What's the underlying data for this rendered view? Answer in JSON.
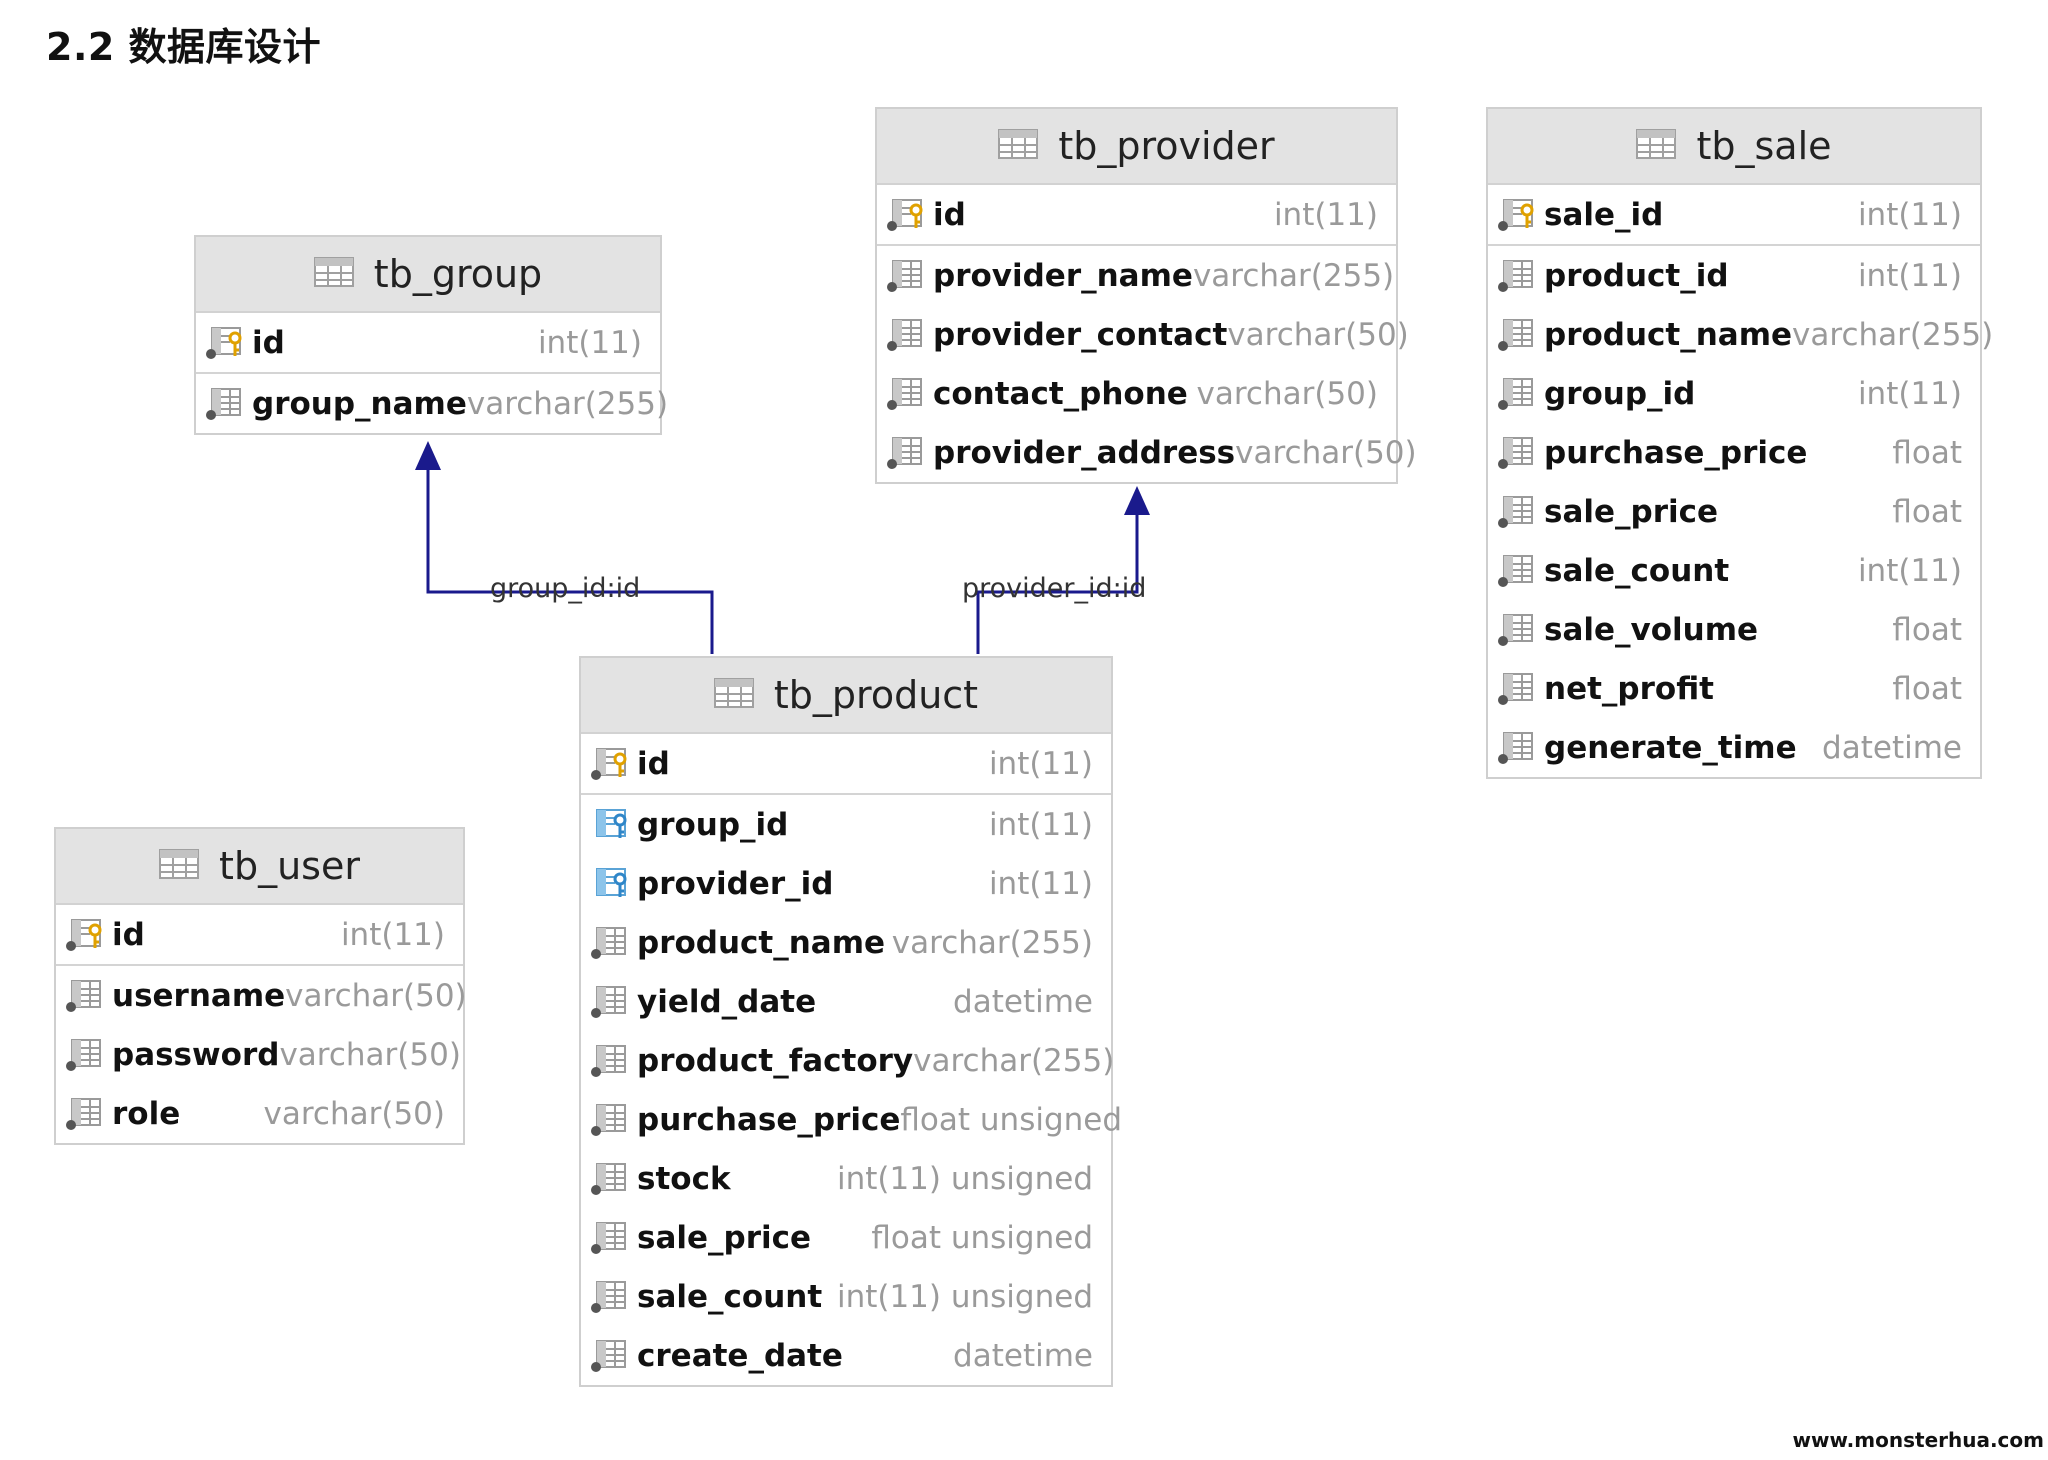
{
  "page": {
    "title": "2.2 数据库设计",
    "watermark": "www.monsterhua.com"
  },
  "colors": {
    "connector": "#1a1a8c",
    "header_bg": "#e3e3e3",
    "type_text": "#9a9a9a"
  },
  "tables": {
    "tb_group": {
      "name": "tb_group",
      "columns": [
        {
          "name": "id",
          "type": "int(11)",
          "icon": "primary-key-icon"
        },
        {
          "name": "group_name",
          "type": "varchar(255)",
          "icon": "column-icon"
        }
      ]
    },
    "tb_provider": {
      "name": "tb_provider",
      "columns": [
        {
          "name": "id",
          "type": "int(11)",
          "icon": "primary-key-icon"
        },
        {
          "name": "provider_name",
          "type": "varchar(255)",
          "icon": "column-icon"
        },
        {
          "name": "provider_contact",
          "type": "varchar(50)",
          "icon": "column-icon"
        },
        {
          "name": "contact_phone",
          "type": "varchar(50)",
          "icon": "column-icon"
        },
        {
          "name": "provider_address",
          "type": "varchar(50)",
          "icon": "column-icon"
        }
      ]
    },
    "tb_sale": {
      "name": "tb_sale",
      "columns": [
        {
          "name": "sale_id",
          "type": "int(11)",
          "icon": "primary-key-icon"
        },
        {
          "name": "product_id",
          "type": "int(11)",
          "icon": "column-icon"
        },
        {
          "name": "product_name",
          "type": "varchar(255)",
          "icon": "column-icon"
        },
        {
          "name": "group_id",
          "type": "int(11)",
          "icon": "column-icon"
        },
        {
          "name": "purchase_price",
          "type": "float",
          "icon": "column-icon"
        },
        {
          "name": "sale_price",
          "type": "float",
          "icon": "column-icon"
        },
        {
          "name": "sale_count",
          "type": "int(11)",
          "icon": "column-icon"
        },
        {
          "name": "sale_volume",
          "type": "float",
          "icon": "column-icon"
        },
        {
          "name": "net_profit",
          "type": "float",
          "icon": "column-icon"
        },
        {
          "name": "generate_time",
          "type": "datetime",
          "icon": "column-icon"
        }
      ]
    },
    "tb_product": {
      "name": "tb_product",
      "columns": [
        {
          "name": "id",
          "type": "int(11)",
          "icon": "primary-key-icon"
        },
        {
          "name": "group_id",
          "type": "int(11)",
          "icon": "foreign-key-icon"
        },
        {
          "name": "provider_id",
          "type": "int(11)",
          "icon": "foreign-key-icon"
        },
        {
          "name": "product_name",
          "type": "varchar(255)",
          "icon": "column-icon"
        },
        {
          "name": "yield_date",
          "type": "datetime",
          "icon": "column-icon"
        },
        {
          "name": "product_factory",
          "type": "varchar(255)",
          "icon": "column-icon"
        },
        {
          "name": "purchase_price",
          "type": "float unsigned",
          "icon": "column-icon"
        },
        {
          "name": "stock",
          "type": "int(11) unsigned",
          "icon": "column-icon"
        },
        {
          "name": "sale_price",
          "type": "float unsigned",
          "icon": "column-icon"
        },
        {
          "name": "sale_count",
          "type": "int(11) unsigned",
          "icon": "column-icon"
        },
        {
          "name": "create_date",
          "type": "datetime",
          "icon": "column-icon"
        }
      ]
    },
    "tb_user": {
      "name": "tb_user",
      "columns": [
        {
          "name": "id",
          "type": "int(11)",
          "icon": "primary-key-icon"
        },
        {
          "name": "username",
          "type": "varchar(50)",
          "icon": "column-icon"
        },
        {
          "name": "password",
          "type": "varchar(50)",
          "icon": "column-icon"
        },
        {
          "name": "role",
          "type": "varchar(50)",
          "icon": "column-icon"
        }
      ]
    }
  },
  "relations": [
    {
      "label": "group_id:id",
      "from": "tb_product",
      "to": "tb_group"
    },
    {
      "label": "provider_id:id",
      "from": "tb_product",
      "to": "tb_provider"
    }
  ]
}
